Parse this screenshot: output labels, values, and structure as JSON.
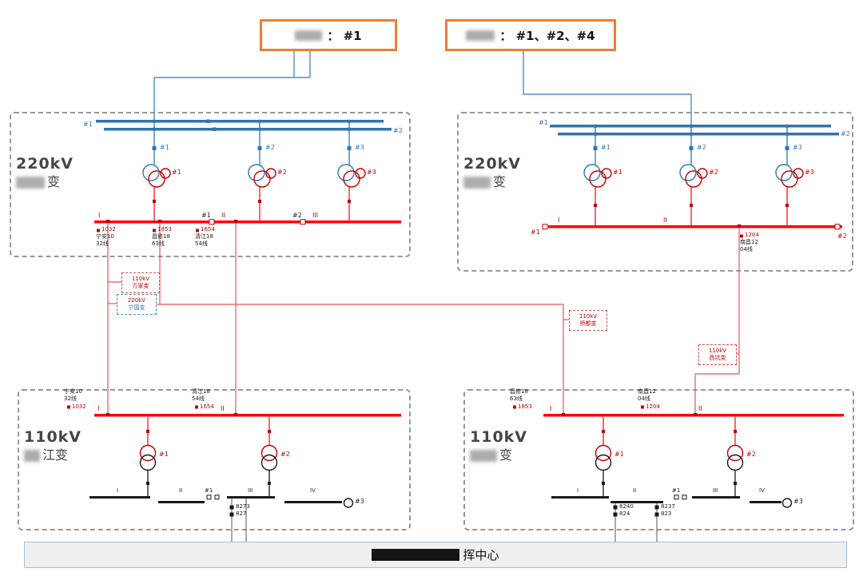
{
  "callouts": [
    {
      "text": "： #1"
    },
    {
      "text": "： #1、#2、#4"
    }
  ],
  "lines": {
    "ningan": {
      "name": "宁安10",
      "line": "32线",
      "num": "1032"
    },
    "changxiu": {
      "name": "昌修18",
      "line": "63线",
      "num": "1853"
    },
    "qingjiang": {
      "name": "清江18",
      "line": "54线",
      "num": "1654"
    },
    "nanchang": {
      "name": "南昌12",
      "line": "04线",
      "num": "1204"
    }
  },
  "s220l": {
    "voltage": "220kV",
    "name_suffix": "变",
    "hv_bus": [
      "#1",
      "#2"
    ],
    "transformers": [
      "#1",
      "#2",
      "#3"
    ],
    "mv_sections": [
      "I",
      "II",
      "III"
    ],
    "mv_ties": [
      "#1",
      "#2"
    ]
  },
  "s220r": {
    "voltage": "220kV",
    "name_suffix": "变",
    "hv_bus": [
      "#1",
      "#2"
    ],
    "transformers": [
      "#1",
      "#2",
      "#3"
    ],
    "mv_sections": [
      "I",
      "II"
    ],
    "mv_ends": [
      "#1",
      "#2"
    ]
  },
  "s110l": {
    "voltage": "110kV",
    "name_suffix": "江变",
    "sections": [
      "I",
      "II"
    ],
    "transformers": [
      "#1",
      "#2"
    ],
    "lv_sections": [
      "I",
      "II",
      "III",
      "IV"
    ],
    "lv_tie": "#1",
    "aux_transformer": "#3",
    "breakers": [
      [
        "8273",
        "827"
      ]
    ]
  },
  "s110r": {
    "voltage": "110kV",
    "name_suffix": "变",
    "sections": [
      "I",
      "II"
    ],
    "transformers": [
      "#1",
      "#2"
    ],
    "lv_sections": [
      "I",
      "II",
      "III",
      "IV"
    ],
    "lv_tie": "#1",
    "aux_transformer": "#3",
    "breakers": [
      [
        "8240",
        "824"
      ],
      [
        "8237",
        "823"
      ]
    ]
  },
  "taps": [
    {
      "voltage": "110kV",
      "name": "万家变"
    },
    {
      "voltage": "220kV",
      "name": "宁国变"
    },
    {
      "voltage": "110kV",
      "name": "桥都变"
    },
    {
      "voltage": "110kV",
      "name": "西坑变"
    }
  ],
  "footer": {
    "text_suffix": "挥中心"
  },
  "colors": {
    "accent_orange": "#ed7d31",
    "bus_blue": "#2e75b6",
    "bus_red": "#ff0000",
    "device_black": "#1a1a1a"
  }
}
